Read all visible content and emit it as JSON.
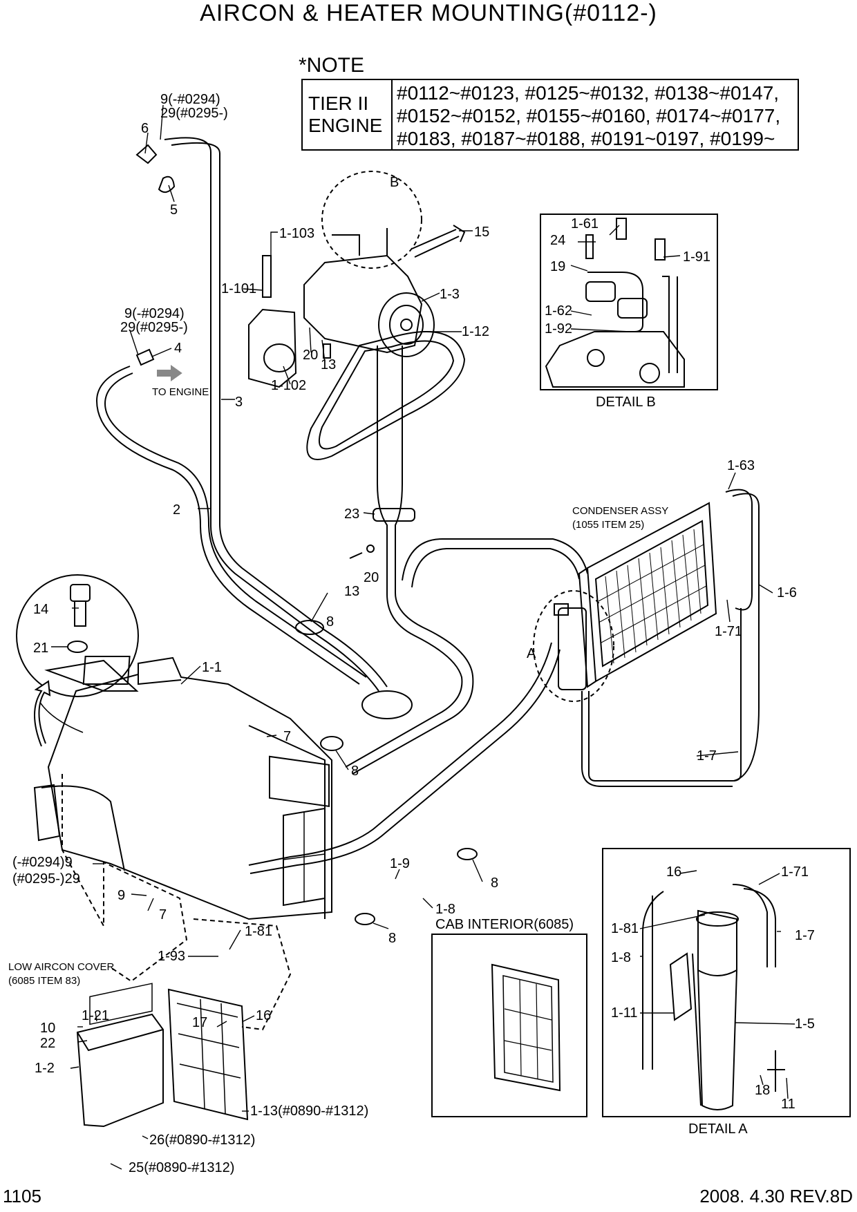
{
  "title": "AIRCON & HEATER MOUNTING(#0112-)",
  "note": {
    "header": "*NOTE",
    "left_lines": [
      "TIER II",
      "ENGINE"
    ],
    "right_lines": [
      "#0112~#0123, #0125~#0132, #0138~#0147,",
      "#0152~#0152, #0155~#0160, #0174~#0177,",
      "#0183, #0187~#0188, #0191~0197, #0199~"
    ]
  },
  "detail_labels": {
    "b_marker": "B",
    "a_marker": "A",
    "detail_b": "DETAIL B",
    "detail_a": "DETAIL A",
    "cab_interior": "CAB INTERIOR(6085)",
    "condenser_1": "CONDENSER ASSY",
    "condenser_2": "(1055 ITEM 25)",
    "to_engine": "TO ENGINE",
    "low_cover_1": "LOW AIRCON COVER",
    "low_cover_2": "(6085 ITEM 83)"
  },
  "callouts": {
    "c9_a": "9(-#0294)",
    "c29_a": "29(#0295-)",
    "c6": "6",
    "c5": "5",
    "c9_b": "9(-#0294)",
    "c29_b": "29(#0295-)",
    "c4": "4",
    "c1_103": "1-103",
    "c1_101": "1-101",
    "c1_102": "1-102",
    "c20_a": "20",
    "c13_a": "13",
    "c3": "3",
    "c2": "2",
    "c15": "15",
    "c1_3": "1-3",
    "c1_12": "1-12",
    "c23": "23",
    "c13_b": "13",
    "c20_b": "20",
    "c8_a": "8",
    "c14": "14",
    "c21": "21",
    "c1_1": "1-1",
    "c7_a": "7",
    "c8_b": "8",
    "c9_c_a": "(-#0294)9",
    "c29_c": "(#0295-)29",
    "c9_d": "9",
    "c7_b": "7",
    "c1_9": "1-9",
    "c8_c": "8",
    "c1_8": "1-8",
    "c8_d": "8",
    "c1_81": "1-81",
    "c1_93": "1-93",
    "c17": "17",
    "c16": "16",
    "c10": "10",
    "c1_21": "1-21",
    "c22": "22",
    "c1_2": "1-2",
    "c1_13": "1-13(#0890-#1312)",
    "c26": "26(#0890-#1312)",
    "c25": "25(#0890-#1312)",
    "c1_63": "1-63",
    "c1_6": "1-6",
    "c1_71": "1-71",
    "c1_7": "1-7",
    "db_1_61": "1-61",
    "db_24": "24",
    "db_1_91": "1-91",
    "db_19": "19",
    "db_1_62": "1-62",
    "db_1_92": "1-92",
    "da_16": "16",
    "da_1_71": "1-71",
    "da_1_81": "1-81",
    "da_1_7": "1-7",
    "da_1_8": "1-8",
    "da_1_11": "1-11",
    "da_1_5": "1-5",
    "da_18": "18",
    "da_11": "11"
  },
  "footer": {
    "page": "1105",
    "revision": "2008. 4.30  REV.8D"
  }
}
